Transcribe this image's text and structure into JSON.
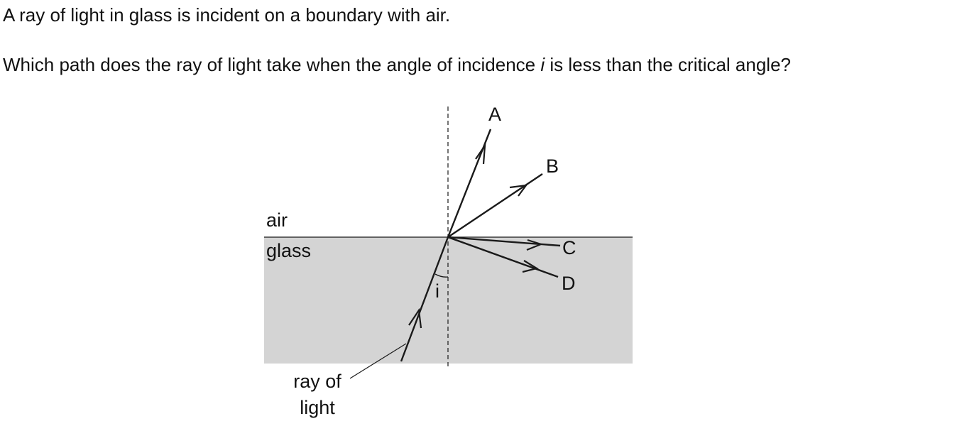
{
  "question": {
    "line1": "A ray of light in glass is incident on a boundary with air.",
    "line2_before": "Which path does the ray of light take when the angle of incidence ",
    "line2_var": "i",
    "line2_after": " is less than the critical angle?"
  },
  "diagram": {
    "media_labels": {
      "air": "air",
      "glass": "glass"
    },
    "angle_label": "i",
    "ray_label_line1": "ray of",
    "ray_label_line2": "light",
    "path_labels": {
      "a": "A",
      "b": "B",
      "c": "C",
      "d": "D"
    },
    "colors": {
      "glass_fill": "#d4d4d4",
      "line": "#1a1a1a"
    }
  }
}
